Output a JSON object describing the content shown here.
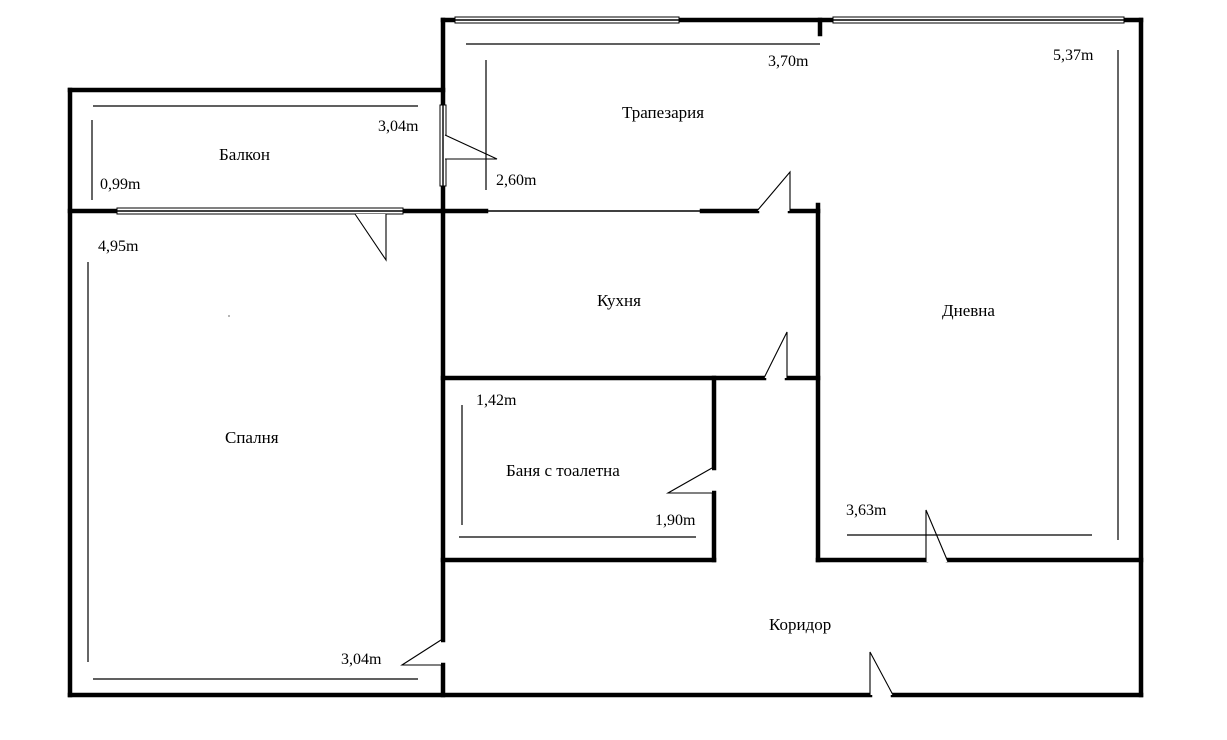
{
  "rooms": {
    "dining": "Трапезария",
    "balcony": "Балкон",
    "kitchen": "Кухня",
    "living": "Дневна",
    "bedroom": "Спалня",
    "bathroom": "Баня с тоалетна",
    "corridor": "Коридор"
  },
  "dimensions": {
    "dining_width": "3,70m",
    "dining_depth": "2,60m",
    "living_depth": "5,37m",
    "living_width": "3,63m",
    "balcony_width": "3,04m",
    "balcony_depth": "0,99m",
    "bedroom_depth": "4,95m",
    "bedroom_width": "3,04m",
    "bath_depth": "1,42m",
    "bath_width": "1,90m"
  }
}
